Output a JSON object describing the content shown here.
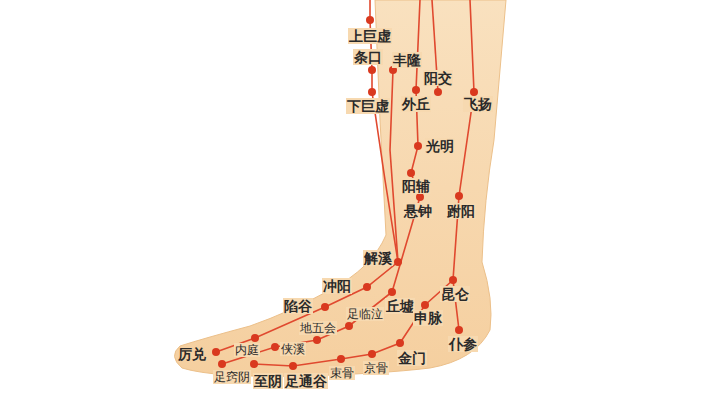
{
  "diagram": {
    "labels": [
      "上巨虚",
      "条口",
      "丰隆",
      "阳交",
      "下巨虚",
      "外丘",
      "飞扬",
      "光明",
      "阳辅",
      "悬钟",
      "跗阳",
      "解溪",
      "冲阳",
      "丘墟",
      "昆仑",
      "陷谷",
      "足临泣",
      "申脉",
      "地五会",
      "仆参",
      "内庭",
      "侠溪",
      "厉兑",
      "金门",
      "足窍阴",
      "至阴",
      "足通谷",
      "束骨",
      "京骨"
    ]
  }
}
